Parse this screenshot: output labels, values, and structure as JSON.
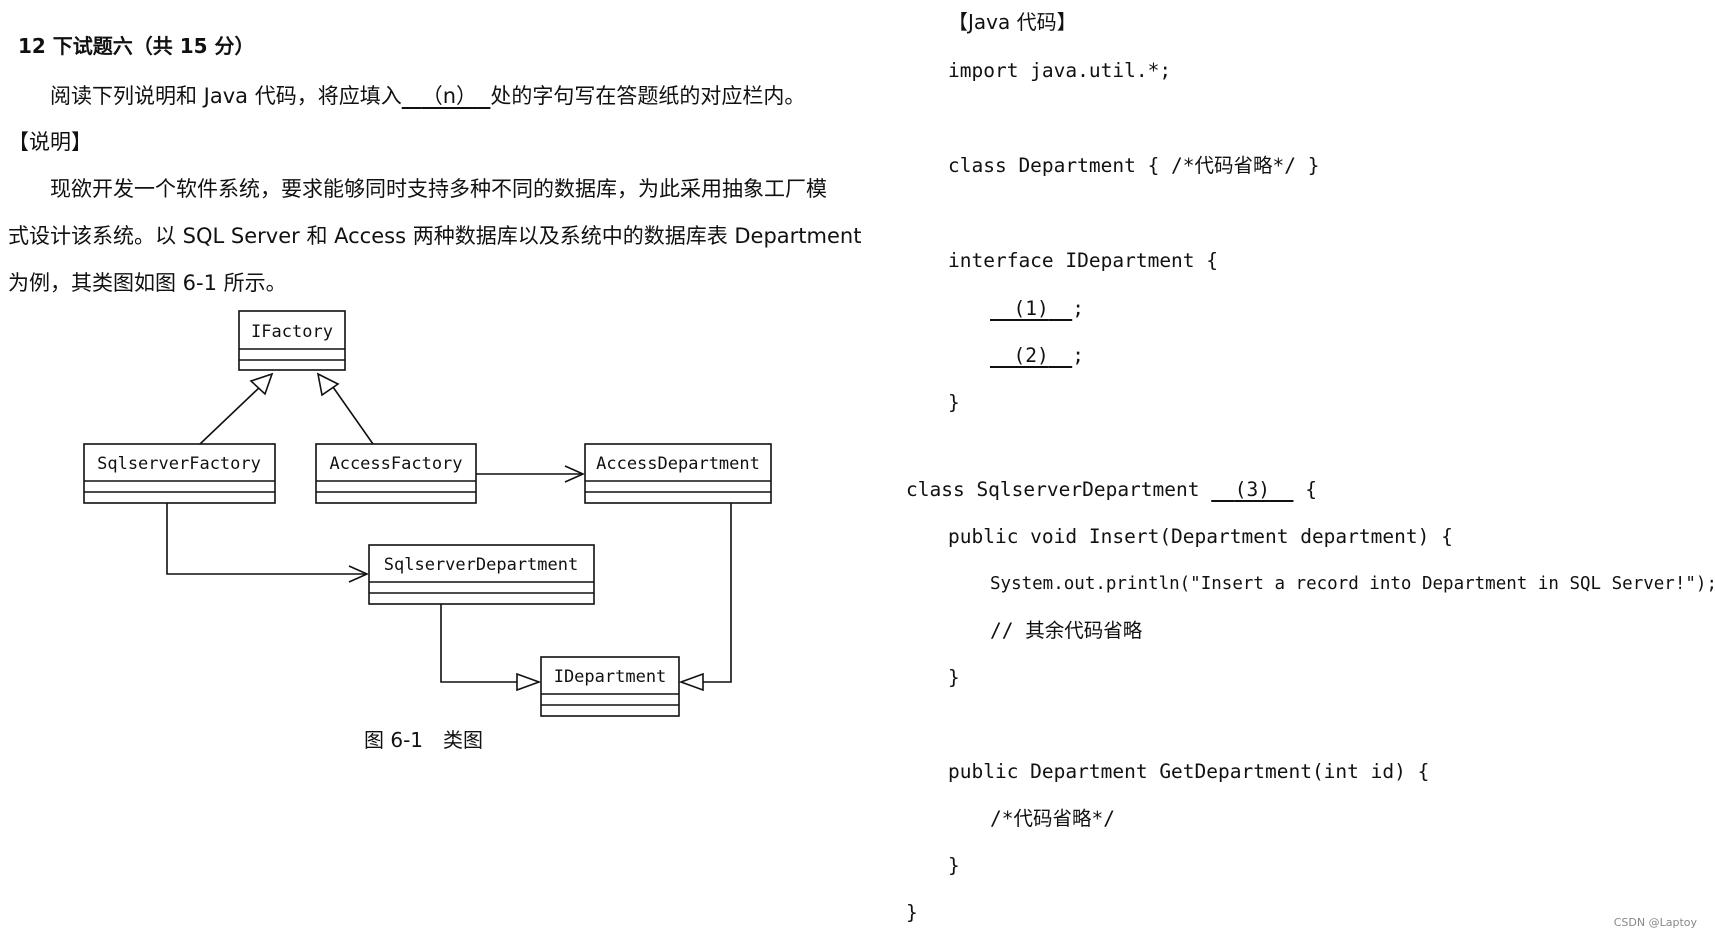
{
  "question": {
    "title": "12 下试题六（共 15 分）",
    "instruction_before": "阅读下列说明和 Java 代码，将应填入",
    "instruction_blank": "（n）",
    "instruction_after": "处的字句写在答题纸的对应栏内。",
    "section_label": "【说明】",
    "desc_line1": "现欲开发一个软件系统，要求能够同时支持多种不同的数据库，为此采用抽象工厂模",
    "desc_line2": "式设计该系统。以 SQL  Server 和 Access 两种数据库以及系统中的数据库表 Department",
    "desc_line3": "为例，其类图如图 6-1 所示。",
    "figure_caption": "图 6-1　类图"
  },
  "diagram": {
    "classes": {
      "ifactory": "IFactory",
      "sqlserver_factory": "SqlserverFactory",
      "access_factory": "AccessFactory",
      "access_department": "AccessDepartment",
      "sqlserver_department": "SqlserverDepartment",
      "idepartment": "IDepartment"
    }
  },
  "code": {
    "header": "【Java 代码】",
    "l_import": "import java.util.*;",
    "l_class_dept": "class Department { /*代码省略*/ }",
    "l_interface": "interface IDepartment {",
    "blank1": "(1)",
    "blank2": "(2)",
    "blank3": "(3)",
    "semicolon": ";",
    "brace_close": "}",
    "brace_open": "{",
    "l_class_sql": "class SqlserverDepartment",
    "l_insert": "public void Insert(Department department) {",
    "l_println": "System.out.println(\"Insert a record into Department in SQL Server!\");",
    "l_comment": "// 其余代码省略",
    "l_getdept": "public Department GetDepartment(int id) {",
    "l_omit": "/*代码省略*/"
  },
  "watermark": "CSDN @Laptoy"
}
